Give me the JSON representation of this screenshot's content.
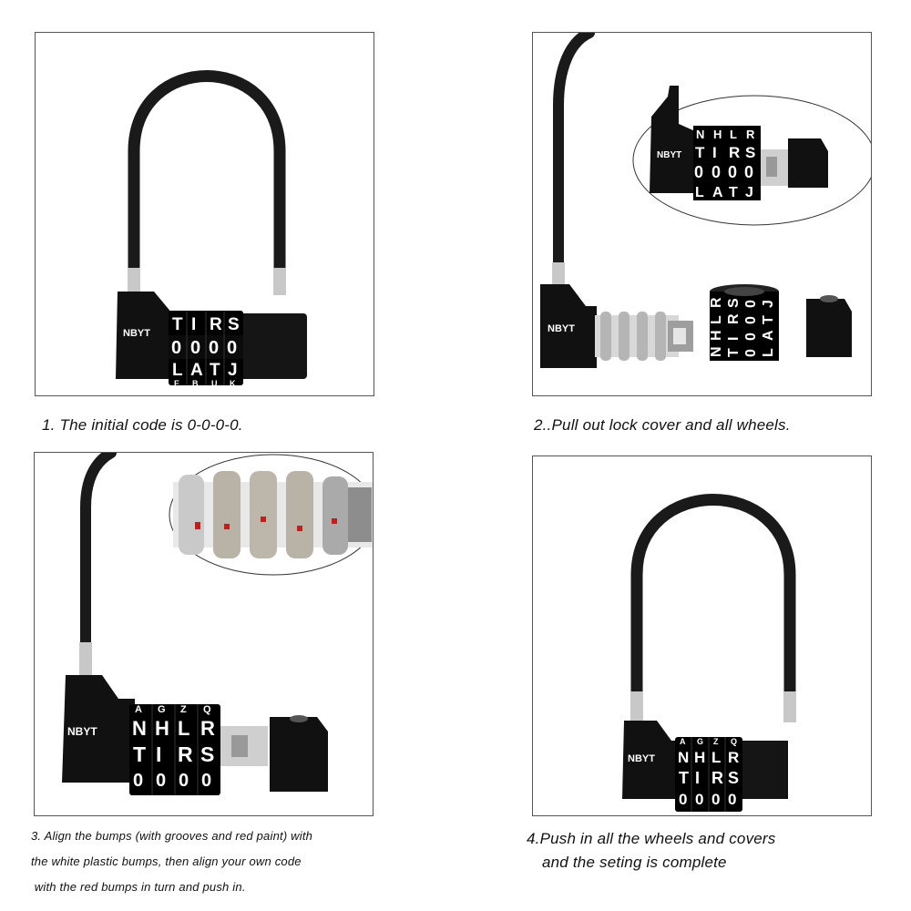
{
  "brand": "NBYT",
  "steps": [
    {
      "caption": "1. The initial code is 0-0-0-0."
    },
    {
      "caption": "2..Pull out lock cover and all wheels."
    },
    {
      "caption_lines": [
        "3. Align the bumps (with grooves and red paint) with",
        "the white plastic bumps, then align your own code",
        " with the red bumps in turn and push in."
      ]
    },
    {
      "caption_lines": [
        "4.Push in all the wheels and covers",
        "and the seting is complete"
      ]
    }
  ],
  "wheels": {
    "p1": {
      "row_top": [
        "T",
        "I",
        "R",
        "S"
      ],
      "row_mid": [
        "0",
        "0",
        "0",
        "0"
      ],
      "row_bot": [
        "L",
        "A",
        "T",
        "J"
      ],
      "row_edge": [
        "E",
        "B",
        "U",
        "K"
      ]
    },
    "p2_inset": {
      "row_top": [
        "N",
        "H",
        "L",
        "R"
      ],
      "row_mid1": [
        "T",
        "I",
        "R",
        "S"
      ],
      "row_mid2": [
        "0",
        "0",
        "0",
        "0"
      ],
      "row_bot": [
        "L",
        "A",
        "T",
        "J"
      ]
    },
    "p2_loose": {
      "row_1": [
        "N",
        "H",
        "L",
        "R"
      ],
      "row_2": [
        "T",
        "I",
        "R",
        "S"
      ],
      "row_3": [
        "0",
        "0",
        "0",
        "0"
      ],
      "row_4": [
        "L",
        "A",
        "T",
        "J"
      ]
    },
    "p3": {
      "row_edge": [
        "A",
        "G",
        "Z",
        "Q"
      ],
      "row_top": [
        "N",
        "H",
        "L",
        "R"
      ],
      "row_mid": [
        "T",
        "I",
        "R",
        "S"
      ],
      "row_bot": [
        "0",
        "0",
        "0",
        "0"
      ]
    },
    "p4": {
      "row_edge": [
        "A",
        "G",
        "Z",
        "Q"
      ],
      "row_top": [
        "N",
        "H",
        "L",
        "R"
      ],
      "row_mid": [
        "T",
        "I",
        "R",
        "S"
      ],
      "row_bot": [
        "0",
        "0",
        "0",
        "0"
      ]
    }
  },
  "colors": {
    "lock_body": "#111111",
    "cable": "#1a1a1a",
    "metal": "#c8c8c8",
    "red_paint": "#c0201c",
    "panel_border": "#555555"
  }
}
